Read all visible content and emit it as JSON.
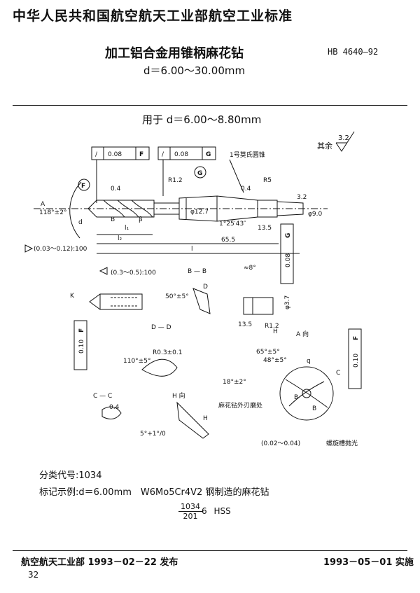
{
  "header": {
    "standard_title": "中华人民共和国航空航天工业部航空工业标准"
  },
  "doc": {
    "title": "加工铝合金用锥柄麻花钻",
    "standard_no": "HB 4640—92",
    "diameter_range": "d＝6.00～30.00mm",
    "subtitle": "用于 d＝6.00～8.80mm"
  },
  "drawing": {
    "roughness_label": "其余",
    "roughness_value": "3.2",
    "tol_runout_f": "0.08",
    "tol_datum_f": "F",
    "tol_runout_g": "0.08",
    "tol_datum_g": "G",
    "morse_taper": "1号莫氏圆锥",
    "label_a": "A",
    "angle_118": "118°±2°",
    "datum_f": "F",
    "datum_g": "G",
    "radius_r12": "R1.2",
    "radius_r5": "R5",
    "roughness_04": "0.4",
    "roughness_04b": "0.4",
    "dia_d": "d",
    "dia_12": "φ12.7",
    "dim_32": "3.2",
    "dim_phi9": "φ9.0",
    "angle_taper": "1°25′43″",
    "dim_135": "13.5",
    "dim_655": "65.5",
    "label_l1": "l₁",
    "label_l2": "l₂",
    "label_l": "l",
    "label_b": "B",
    "label_beta": "β",
    "taper_note1": "(0.03～0.12):100",
    "taper_note2": "(0.3～0.5):100",
    "section_bb": "B — B",
    "angle_50": "50°±5°",
    "label_d_sec": "D",
    "section_dd": "D — D",
    "angle_8": "≈8°",
    "dim_135b": "13.5",
    "radius_r12b": "R1.2",
    "dim_37": "φ3.7",
    "label_h": "H",
    "view_a": "A 向",
    "angle_65": "65°±5°",
    "angle_48": "48°±5°",
    "label_q": "q",
    "label_c": "C",
    "angle_110": "110°±5°",
    "angle_r03": "R0.3±0.1",
    "section_cc": "C — C",
    "label_04c": "0.4",
    "angle_5": "5°+1°/0",
    "view_h": "H 向",
    "angle_18": "18°±2°",
    "flank_note": "麻花钻外刃磨处",
    "margin_note": "(0.02～0.04)",
    "flute_note": "螺旋槽抛光",
    "tol_010a": "0.10",
    "tol_010b": "0.10",
    "tol_008": "0.08",
    "datum_fa": "F",
    "datum_fb": "F",
    "datum_ga": "G",
    "label_b2": "B",
    "label_b3": "B",
    "label_k": "K",
    "label_h_m": "H"
  },
  "info": {
    "category_code": "分类代号:1034",
    "marking_example": "标记示例:d＝6.00mm　W6Mo5Cr4V2 钢制造的麻花钻",
    "mark_numerator": "1034",
    "mark_denominator": "201",
    "mark_rest": "6 HSS"
  },
  "footer": {
    "issued": "航空航天工业部 1993－02－22 发布",
    "effective": "1993－05－01 实施",
    "page": "32"
  }
}
